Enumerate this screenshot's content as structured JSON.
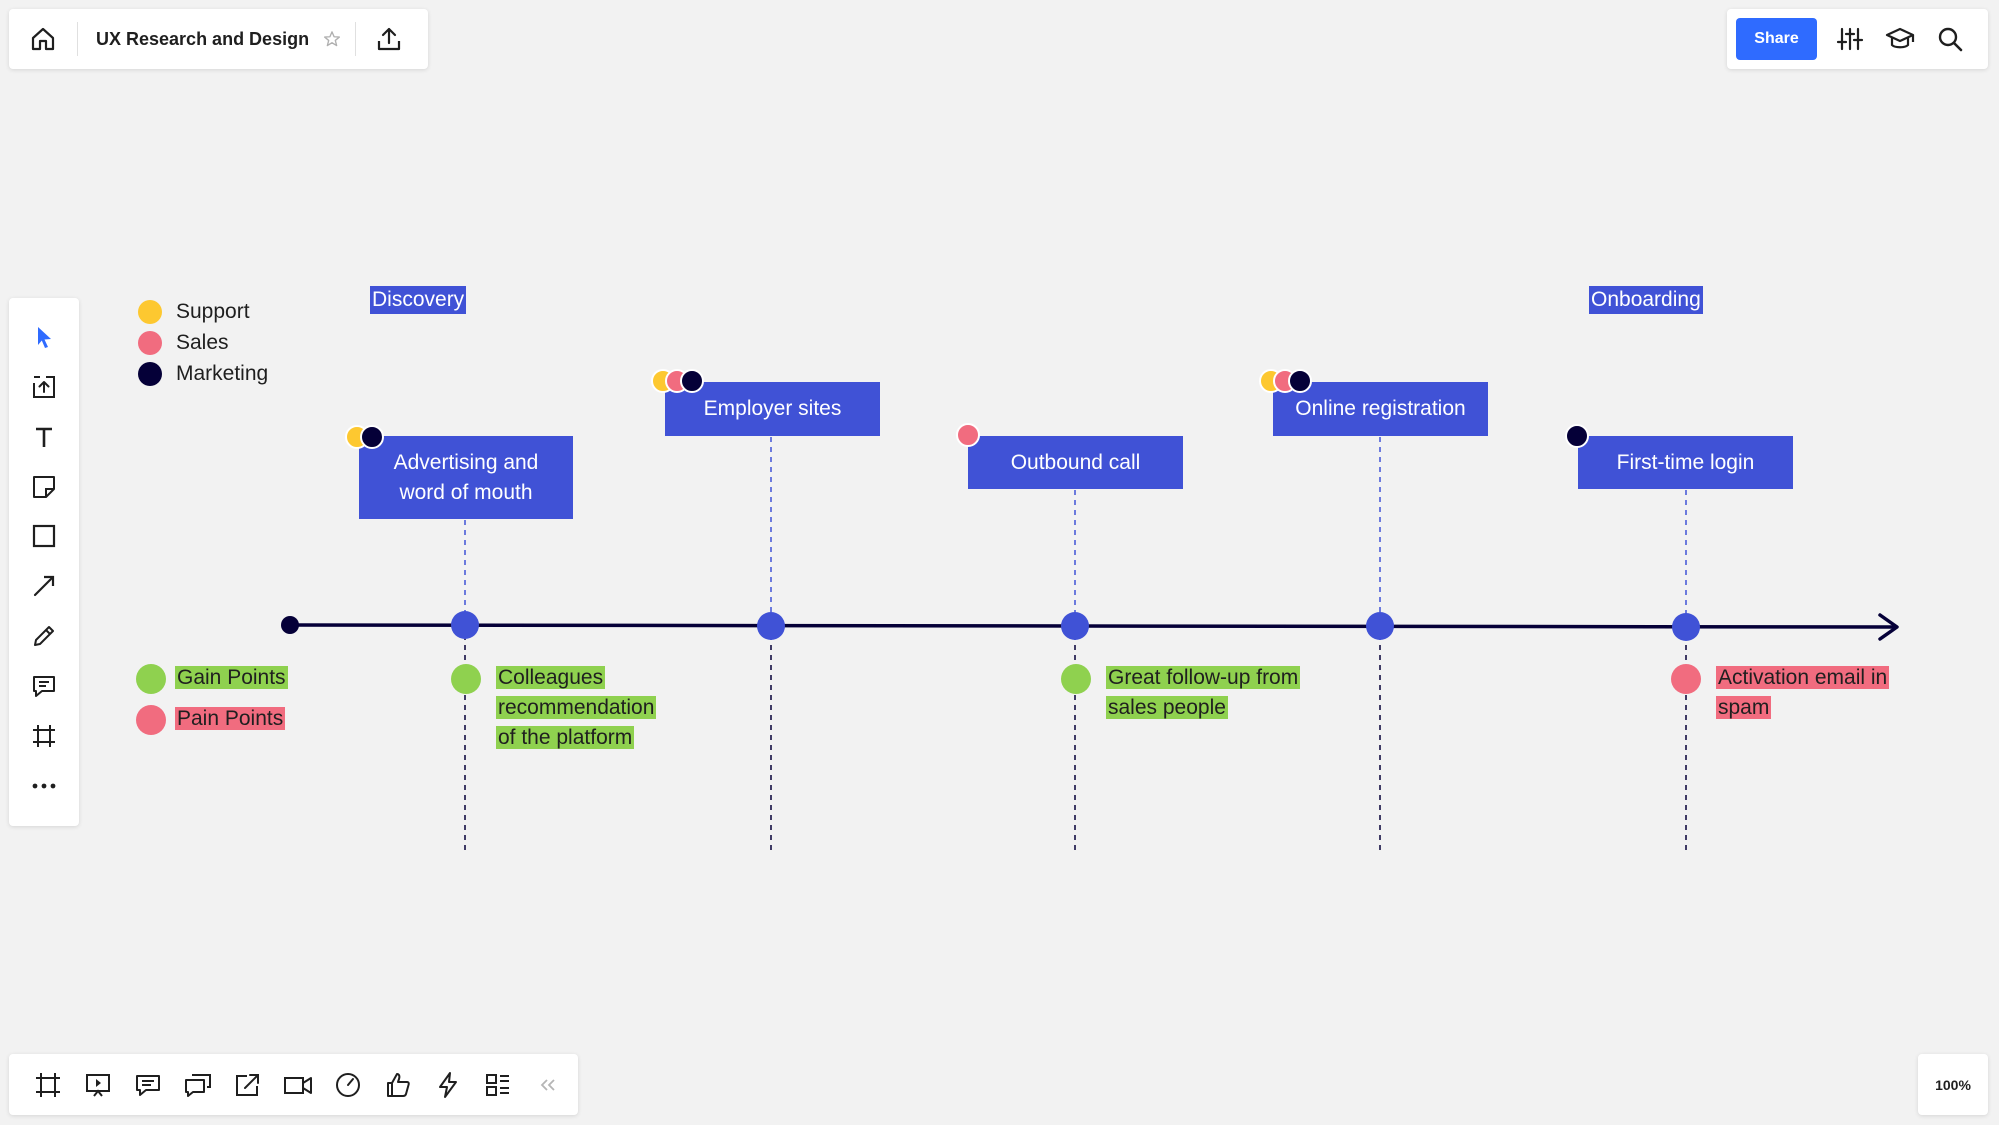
{
  "header": {
    "board_title": "UX Research and Design",
    "share_label": "Share",
    "icons": [
      "home-icon",
      "star-icon",
      "upload-icon",
      "settings-sliders-icon",
      "learn-icon",
      "search-icon"
    ]
  },
  "left_toolbar": {
    "tools": [
      "select-icon",
      "upload-icon",
      "text-icon",
      "sticky-note-icon",
      "shape-icon",
      "line-icon",
      "pen-icon",
      "comment-icon",
      "frame-icon",
      "more-icon"
    ],
    "active": "select-icon"
  },
  "bottom_toolbar": {
    "tools": [
      "frames-icon",
      "presentation-icon",
      "comments-icon",
      "chat-icon",
      "share-screen-icon",
      "video-icon",
      "timer-icon",
      "voting-icon",
      "lightning-icon",
      "card-list-icon",
      "collapse-icon"
    ],
    "zoom_label": "100%"
  },
  "legend": {
    "roles": [
      {
        "label": "Support",
        "color": "#fdc830"
      },
      {
        "label": "Sales",
        "color": "#f16c7f"
      },
      {
        "label": "Marketing",
        "color": "#050038"
      }
    ],
    "points": [
      {
        "label": "Gain Points",
        "color": "#8fd14f"
      },
      {
        "label": "Pain Points",
        "color": "#f16c7f"
      }
    ]
  },
  "phases": {
    "discovery": "Discovery",
    "onboarding": "Onboarding"
  },
  "stages": [
    {
      "label": "Advertising and word of mouth",
      "roles": [
        "Support",
        "Marketing"
      ]
    },
    {
      "label": "Employer sites",
      "roles": [
        "Support",
        "Sales",
        "Marketing"
      ]
    },
    {
      "label": "Outbound call",
      "roles": [
        "Sales"
      ]
    },
    {
      "label": "Online registration",
      "roles": [
        "Support",
        "Sales",
        "Marketing"
      ]
    },
    {
      "label": "First-time login",
      "roles": [
        "Marketing"
      ]
    }
  ],
  "notes": [
    {
      "text": "Colleagues recommendation of the platform",
      "type": "gain"
    },
    {
      "text": "Great follow-up from sales people",
      "type": "gain"
    },
    {
      "text": "Activation email in spam",
      "type": "pain"
    }
  ],
  "colors": {
    "accent": "#2f6bff",
    "stage_blue": "#4052d6",
    "timeline": "#050038",
    "gain": "#8fd14f",
    "pain": "#f16c7f",
    "support": "#fdc830"
  }
}
